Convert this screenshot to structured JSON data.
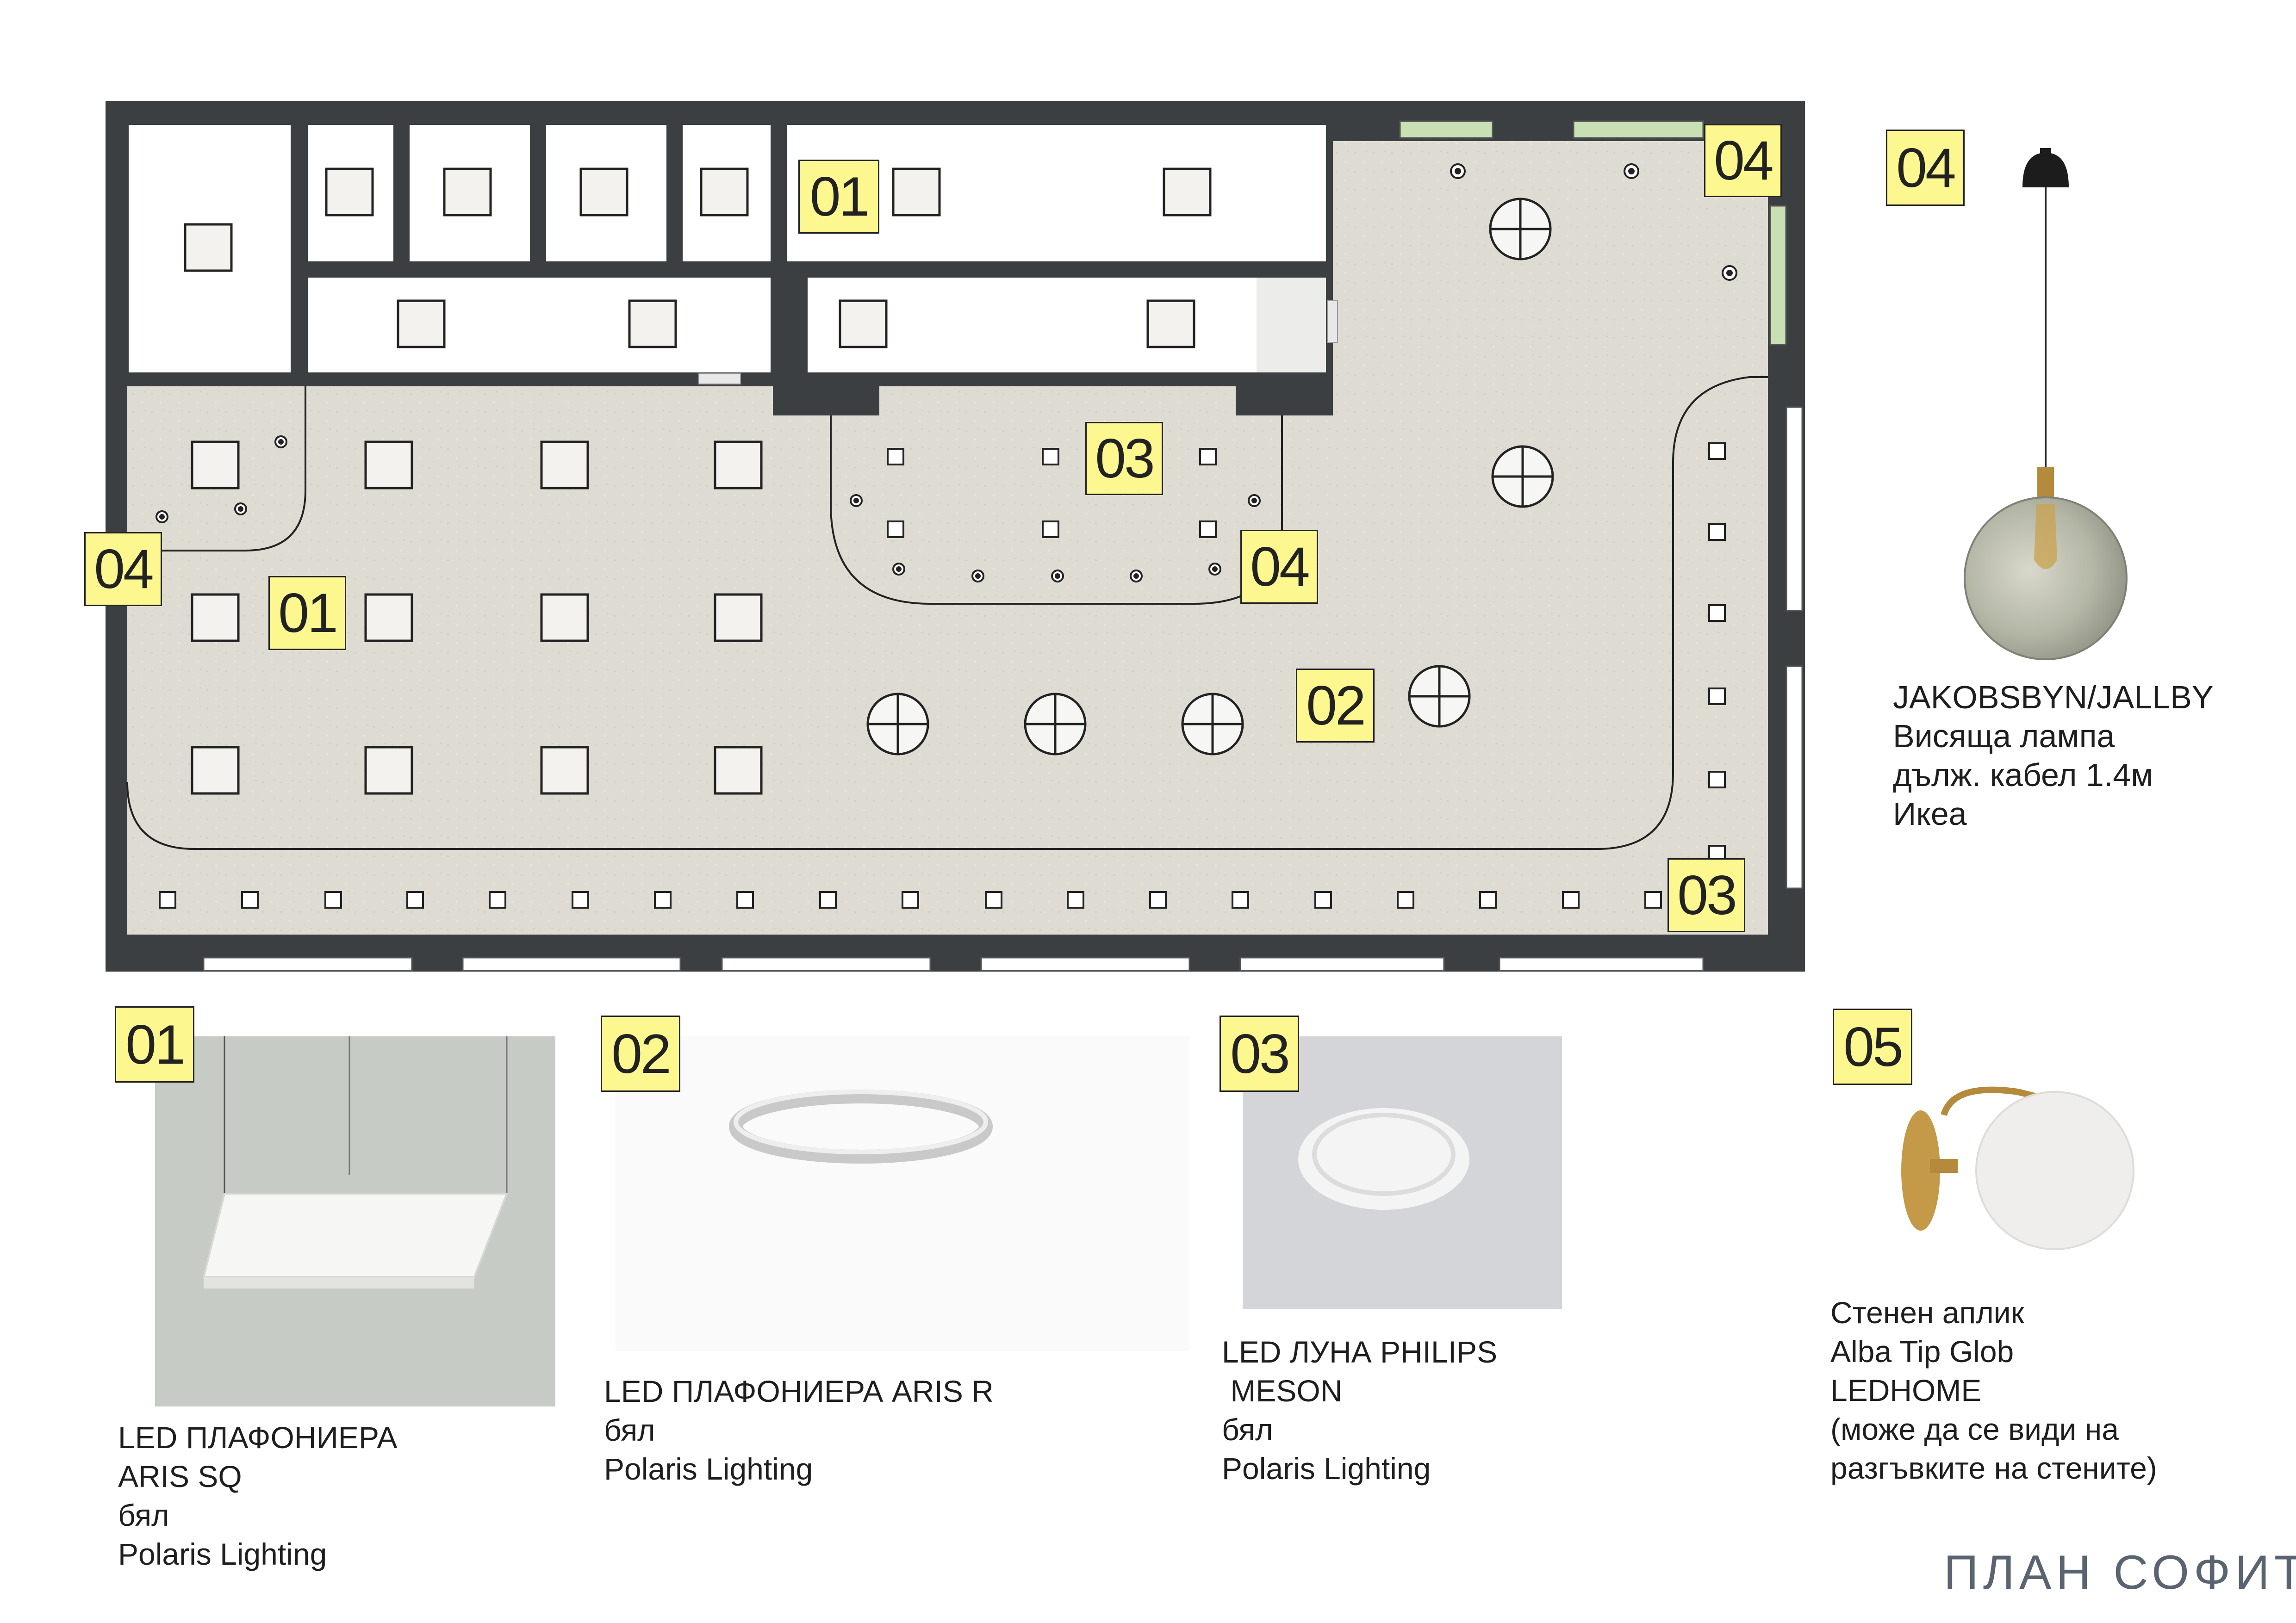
{
  "sheet_title": "ПЛАН СОФИТ",
  "labels": {
    "l01": "01",
    "l02": "02",
    "l03": "03",
    "l04": "04",
    "l05": "05"
  },
  "products": {
    "p01": {
      "line1": "LED ПЛАФОНИЕРА",
      "line2": "ARIS SQ",
      "line3": "бял",
      "line4": "Polaris Lighting"
    },
    "p02": {
      "line1": "LED ПЛАФОНИЕРА ARIS R",
      "line2": "бял",
      "line3": "Polaris Lighting"
    },
    "p03": {
      "line1": "LED ЛУНА PHILIPS",
      "line2": " MESON",
      "line3": "бял",
      "line4": "Polaris Lighting"
    },
    "p04": {
      "line1": "JAKOBSBYN/JALLBY",
      "line2": "Висяща лампа",
      "line3": "дълж. кабел 1.4м",
      "line4": "Икеа"
    },
    "p05": {
      "line1": "Стенен аплик",
      "line2": "Alba Tip Glob",
      "line3": "LEDHOME",
      "line4": "(може да се види на",
      "line5": "разгъвките на стените)"
    }
  },
  "colors": {
    "wall": "#3c3f41",
    "floor": "#dedbd2",
    "tag": "#fcf78f",
    "title": "#5a6470",
    "window": "#c9e0b5"
  }
}
